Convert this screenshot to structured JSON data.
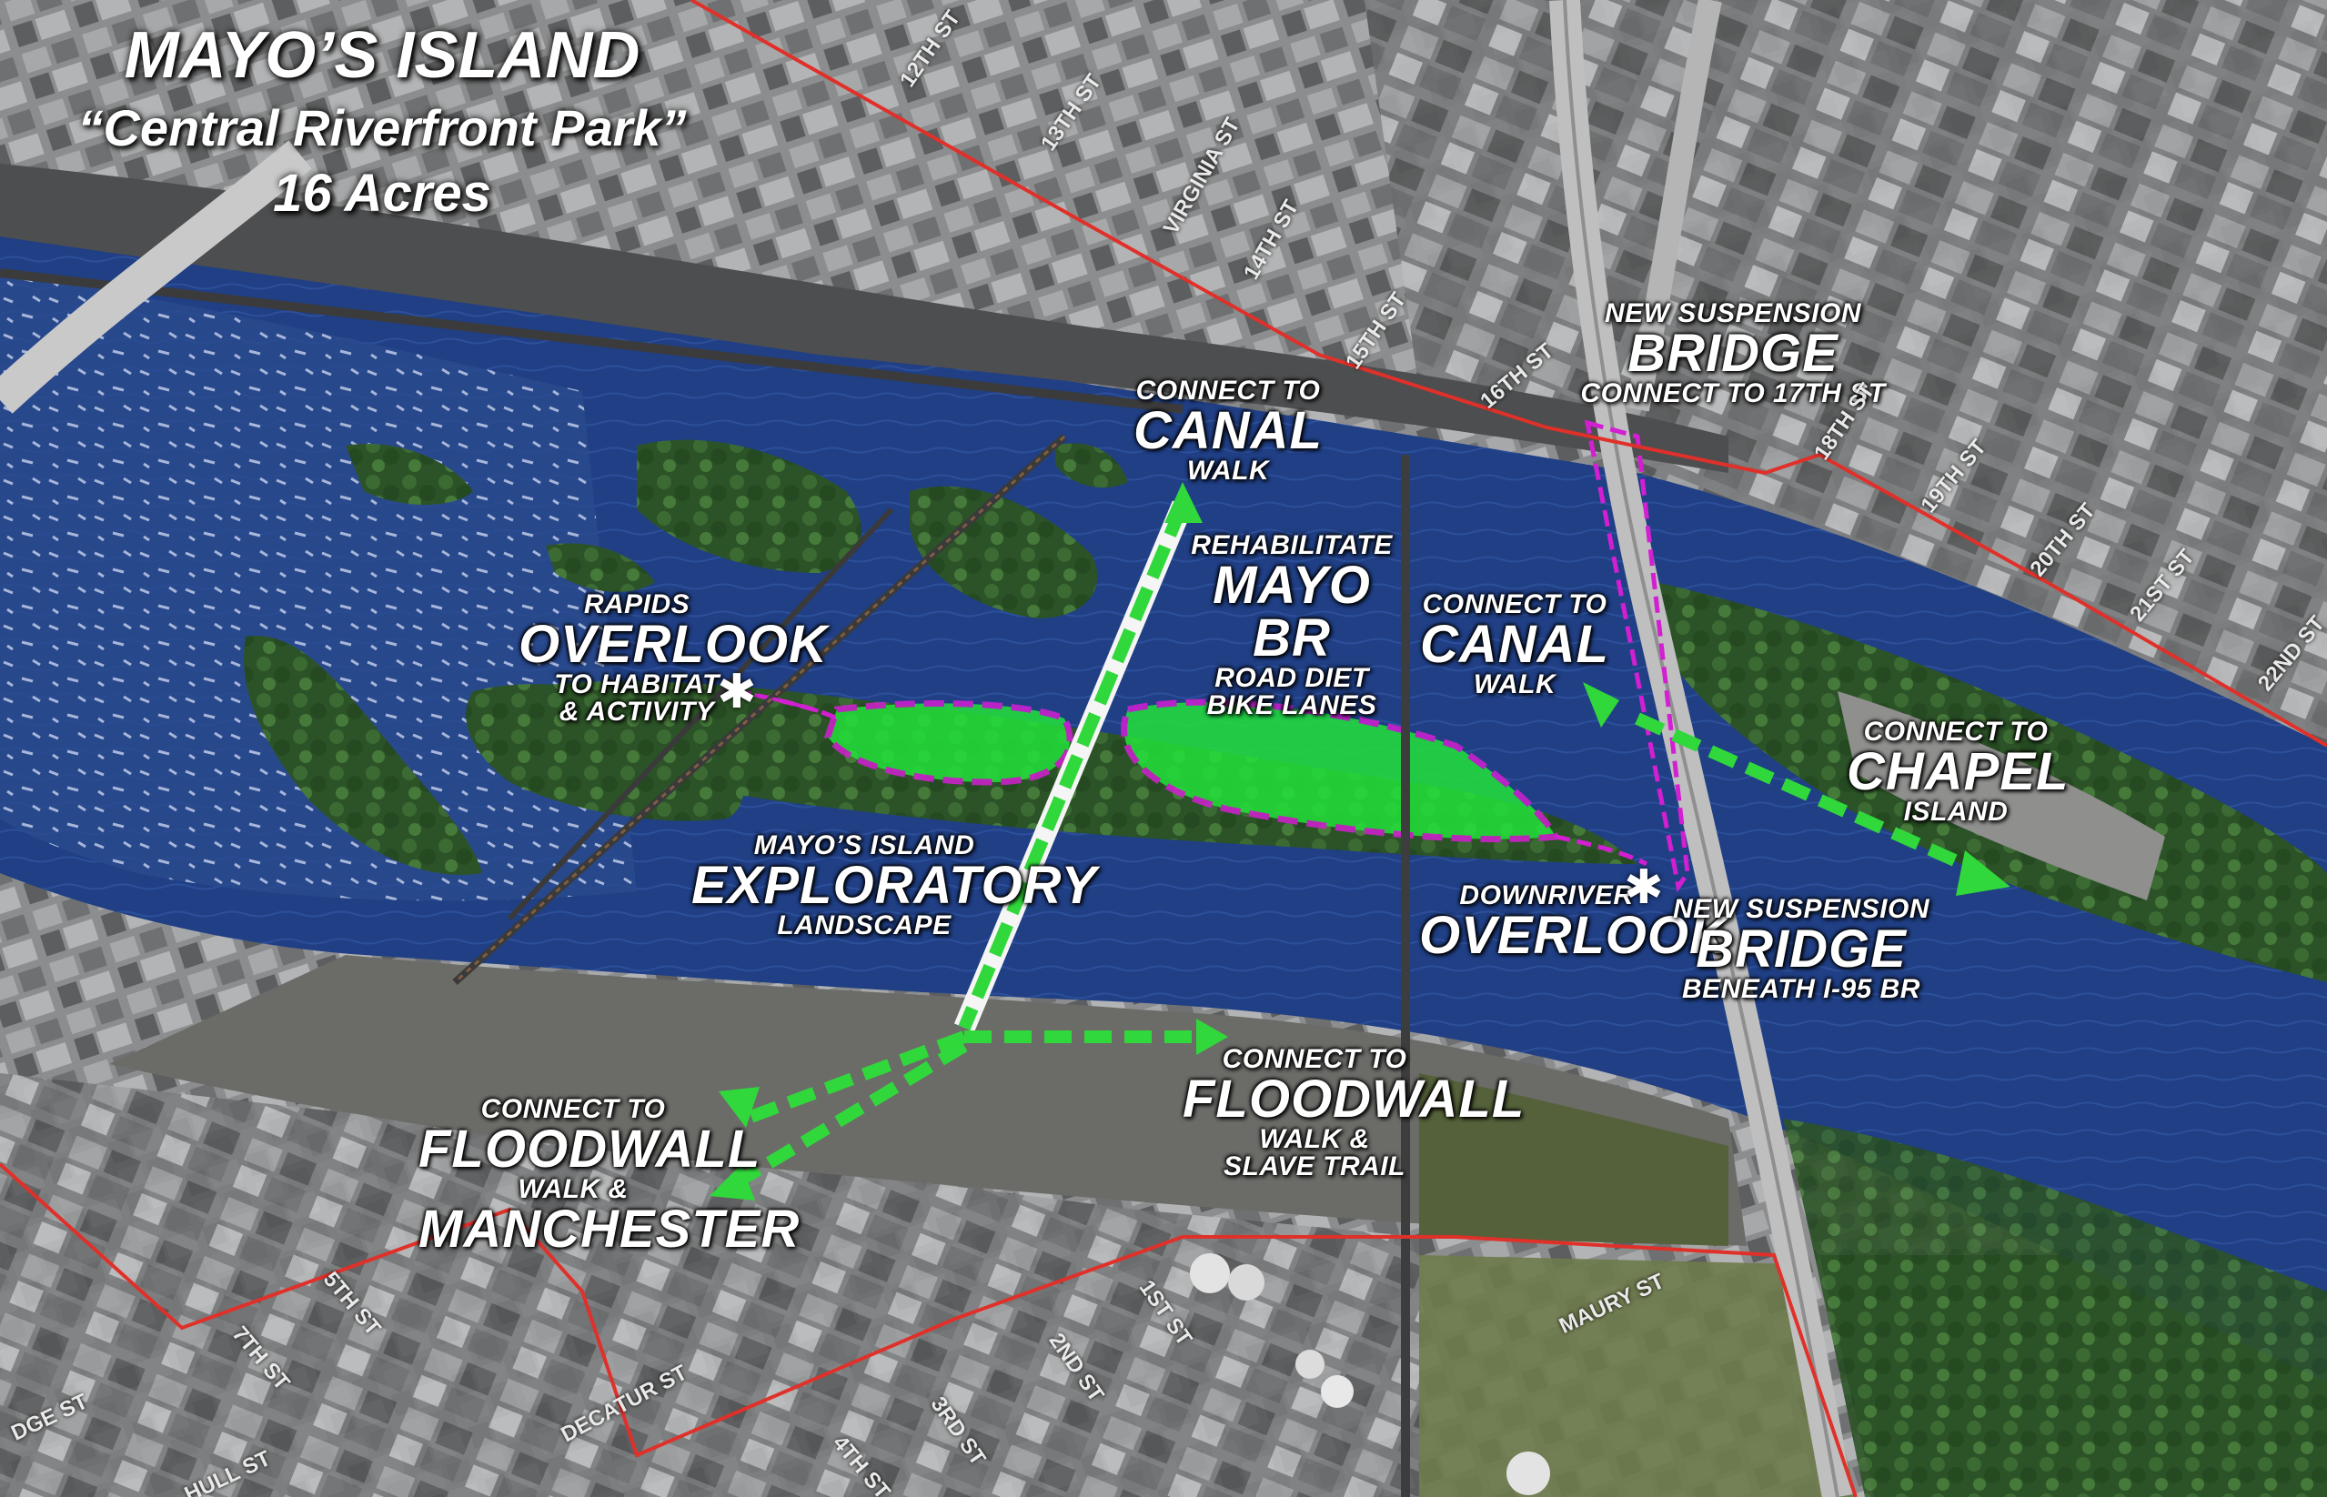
{
  "title": {
    "line1": "MAYO’S ISLAND",
    "line2": "“Central Riverfront Park”",
    "line3": "16 Acres"
  },
  "labels": {
    "canal_top": {
      "small1": "CONNECT TO",
      "big": "CANAL",
      "small2": "WALK"
    },
    "suspension_top": {
      "small1": "NEW SUSPENSION",
      "big": "BRIDGE",
      "small2": "CONNECT TO 17TH ST"
    },
    "mayo_br": {
      "small1": "REHABILITATE",
      "big": "MAYO BR",
      "small2": "ROAD DIET",
      "small3": "BIKE LANES"
    },
    "rapids": {
      "small1": "RAPIDS",
      "big": "OVERLOOK",
      "small2": "TO HABITAT",
      "small3": "& ACTIVITY"
    },
    "canal_mid": {
      "small1": "CONNECT TO",
      "big": "CANAL",
      "small2": "WALK"
    },
    "chapel": {
      "small1": "CONNECT TO",
      "big": "CHAPEL",
      "small2": "ISLAND"
    },
    "exploratory": {
      "small1": "MAYO’S ISLAND",
      "big": "EXPLORATORY",
      "small2": "LANDSCAPE"
    },
    "downriver": {
      "small1": "DOWNRIVER",
      "big": "OVERLOOK"
    },
    "suspension_bottom": {
      "small1": "NEW SUSPENSION",
      "big": "BRIDGE",
      "small2": "BENEATH I-95 BR"
    },
    "floodwall_mid": {
      "small1": "CONNECT TO",
      "big": "FLOODWALL",
      "small2": "WALK &",
      "small3": "SLAVE TRAIL"
    },
    "floodwall_left": {
      "small1": "CONNECT TO",
      "big": "FLOODWALL",
      "small2": "WALK &",
      "big2": "MANCHESTER"
    }
  },
  "streets": {
    "s12": "12TH ST",
    "s13": "13TH ST",
    "virginia": "VIRGINIA ST",
    "s14": "14TH ST",
    "s15": "15TH ST",
    "s16": "16TH ST",
    "s18": "18TH ST",
    "s19": "19TH ST",
    "s20": "20TH ST",
    "s21": "21ST ST",
    "s22": "22ND ST",
    "maury": "MAURY ST",
    "s1": "1ST ST",
    "s2": "2ND ST",
    "s3": "3RD ST",
    "s4": "4TH ST",
    "s5": "5TH ST",
    "s7": "7TH ST",
    "decatur": "DECATUR ST",
    "hull": "HULL ST",
    "dge": "DGE ST"
  },
  "markers": {
    "star": "✱"
  },
  "colors": {
    "river": "#1f3f86",
    "river_dark": "#17306a",
    "island_green": "#2f5a2a",
    "park_highlight": "#25e03a",
    "boundary_magenta": "#d21fd2",
    "path_green": "#31d83b",
    "city_boundary": "#e0302a",
    "urban_gray": "#8a8b8c"
  }
}
